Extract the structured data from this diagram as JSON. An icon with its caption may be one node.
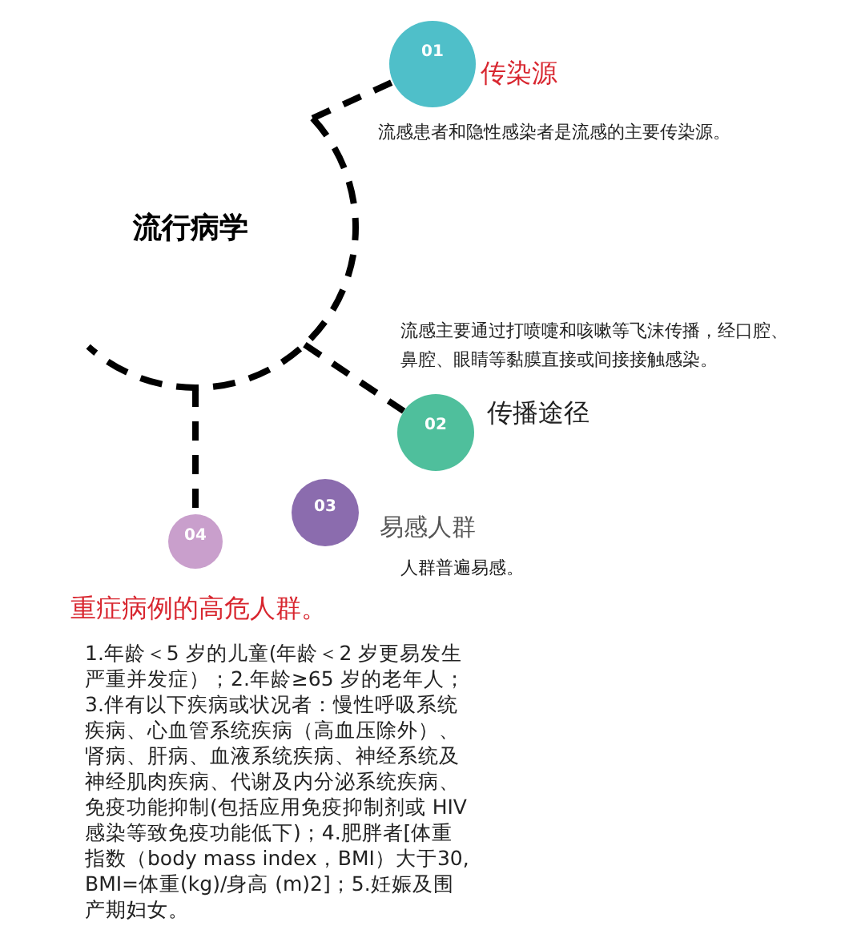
{
  "diagram": {
    "nodes": [
      {
        "text": [
          "流行病学"
        ]
      },
      {
        "text": [
          "01",
          "传染源"
        ],
        "beside": [
          "流感患者和隐性感染者是流感的主要传染源。"
        ]
      },
      {
        "text": [
          "02",
          "传播途径"
        ],
        "beside": [
          "流感主要通过打喷嚏和咳嗽等飞沫传播，经口腔、鼻腔、眼睛等黏膜直接或间接接触感染。"
        ]
      },
      {
        "text": [
          "03",
          "易感人群"
        ],
        "beside": [
          "人群普遍易感。"
        ]
      },
      {
        "text": [
          "04",
          "重症病例的高危人群。"
        ],
        "beside": [
          "1.年龄＜5 岁的儿童(年龄＜2 岁更易发生严重并发症）；2.年龄≥65 岁的老年人；3.伴有以下疾病或状况者：慢性呼吸系统疾病、心血管系统疾病（高血压除外）、肾病、肝病、血液系统疾病、神经系统及神经肌肉疾病、代谢及内分泌系统疾病、免疫功能抑制(包括应用免疫抑制剂或 HIV 感染等致免疫功能低下)；4.肥胖者[体重指数（body mass index，BMI）大于30, BMI=体重(kg)/身高 (m)2]；5.妊娠及围产期妇女。"
        ]
      }
    ],
    "edges": [
      {
        "from": 0,
        "to": 1,
        "arrow": "none",
        "style": "dashed"
      },
      {
        "from": 0,
        "to": 2,
        "arrow": "none",
        "style": "dashed"
      },
      {
        "from": 0,
        "to": 4,
        "arrow": "none",
        "style": "dashed"
      }
    ]
  }
}
